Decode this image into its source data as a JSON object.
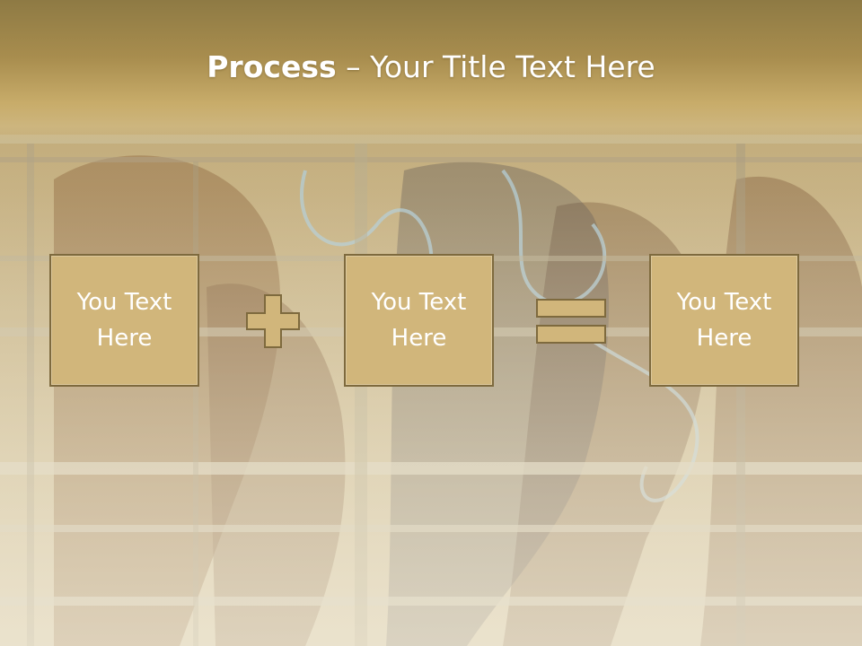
{
  "slide": {
    "title_bold": "Process",
    "title_rest": " – Your Title Text Here",
    "boxes": [
      {
        "text": "You Text Here"
      },
      {
        "text": "You Text Here"
      },
      {
        "text": "You Text Here"
      }
    ],
    "operators": [
      "plus-icon",
      "equals-icon"
    ],
    "colors": {
      "title_band": "#a88d4e",
      "box_fill": "#d1b67b",
      "box_border": "#7e6a3e",
      "text": "#ffffff"
    }
  }
}
